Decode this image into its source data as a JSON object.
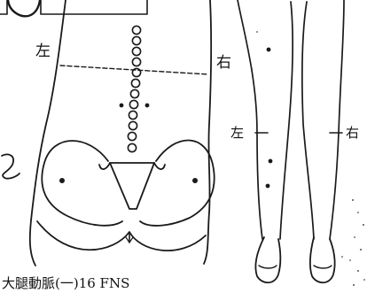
{
  "labels": {
    "left_back": "左",
    "right_back": "右",
    "left_legs": "左",
    "right_legs": "右",
    "footer": "大腿動脈(一)16 FNS"
  },
  "ink_color": "#1a1a1a"
}
